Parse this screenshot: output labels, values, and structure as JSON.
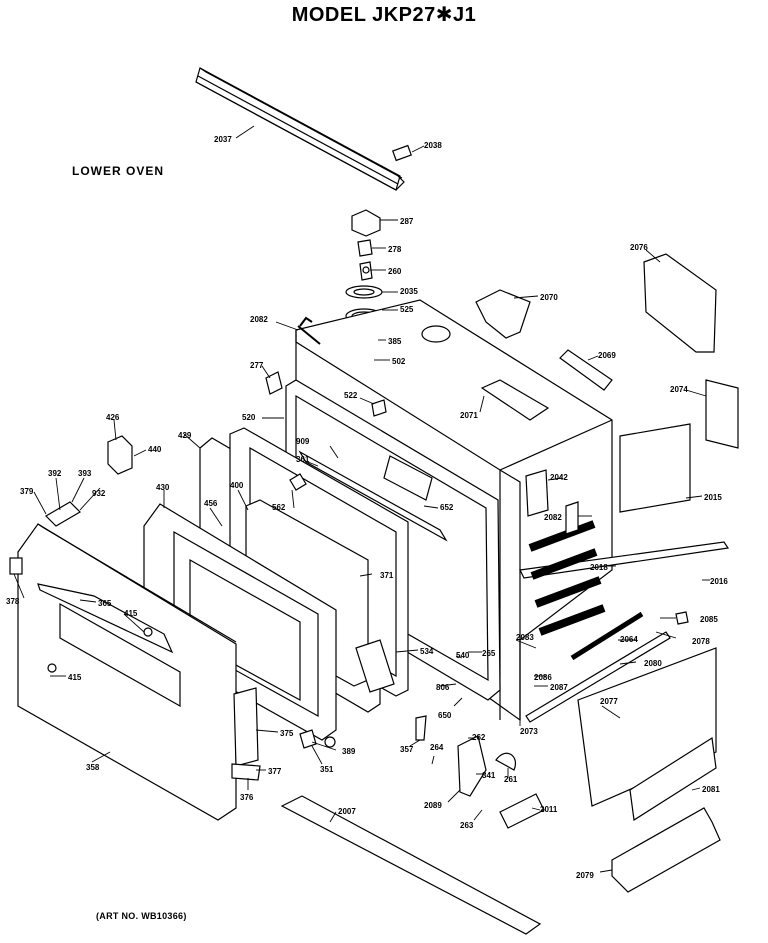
{
  "title": "MODEL JKP27✱J1",
  "subtitle": "LOWER OVEN",
  "art_no": "(ART NO. WB10366)",
  "parts": [
    "2037",
    "2038",
    "287",
    "278",
    "260",
    "2035",
    "525",
    "385",
    "502",
    "2082",
    "277",
    "522",
    "2071",
    "2070",
    "2076",
    "2069",
    "2074",
    "520",
    "909",
    "361",
    "562",
    "652",
    "426",
    "440",
    "429",
    "392",
    "393",
    "379",
    "932",
    "430",
    "400",
    "456",
    "371",
    "2042",
    "2082",
    "2015",
    "2018",
    "2016",
    "2085",
    "2078",
    "2083",
    "2064",
    "2080",
    "2086",
    "2087",
    "378",
    "365",
    "415",
    "415",
    "534",
    "265",
    "806",
    "540",
    "650",
    "2073",
    "2077",
    "358",
    "375",
    "389",
    "351",
    "377",
    "376",
    "357",
    "264",
    "262",
    "341",
    "261",
    "2089",
    "2011",
    "263",
    "2007",
    "2081",
    "2079"
  ]
}
